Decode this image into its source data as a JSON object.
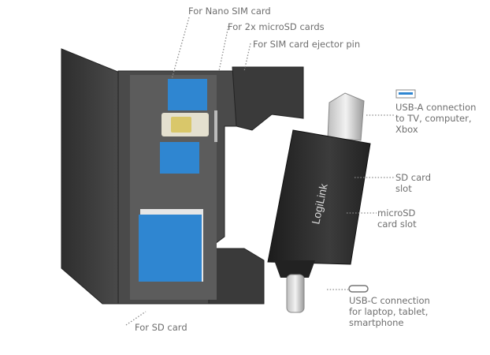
{
  "callouts": {
    "nano_sim": "For Nano SIM card",
    "micro_sd_cards": "For 2x microSD cards",
    "ejector_pin": "For SIM card ejector pin",
    "sd_card": "For SD card",
    "usb_a": [
      "USB-A connection",
      "to TV, computer,",
      "Xbox"
    ],
    "sd_slot": [
      "SD card",
      "slot"
    ],
    "micro_sd_slot": [
      "microSD",
      "card slot"
    ],
    "usb_c": [
      "USB-C connection",
      "for laptop, tablet,",
      "smartphone"
    ]
  },
  "product": {
    "logo": "LogiLink"
  },
  "colors": {
    "card_blue": "#2f86d1",
    "case_dark": "#3b3b3b",
    "sim_gold": "#d9c76a"
  }
}
